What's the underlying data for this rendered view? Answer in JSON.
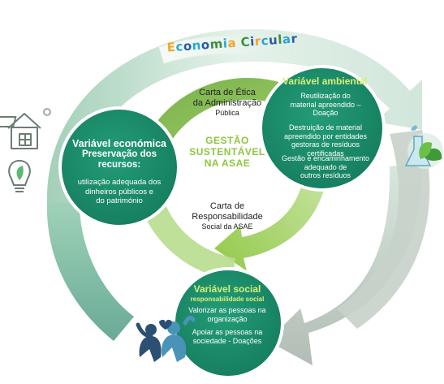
{
  "top_banner": {
    "letters": [
      "E",
      "c",
      "o",
      "n",
      "o",
      "m",
      "i",
      "a",
      " ",
      "C",
      "i",
      "r",
      "c",
      "u",
      "l",
      "a",
      "r"
    ],
    "text": "Economia Circular"
  },
  "center": {
    "charter_ethics_line1": "Carta de Ética",
    "charter_ethics_line2": "da Administração",
    "charter_ethics_line3": "Pública",
    "title_line1": "GESTÃO",
    "title_line2": "SUSTENTÁVEL",
    "title_line3": "NA ASAE",
    "charter_resp_line1": "Carta de",
    "charter_resp_line2": "Responsabilidade",
    "charter_resp_line3": "Social da ASAE"
  },
  "economic": {
    "title": "Variável económica",
    "subtitle_line1": "Preservação dos",
    "subtitle_line2": "recursos:",
    "body_line1": "utilização adequada dos",
    "body_line2": "dinheiros públicos e",
    "body_line3": "do património"
  },
  "environmental": {
    "title": "Variável ambiental",
    "p1_line1": "Reutilização do",
    "p1_line2": "material apreendido –",
    "p1_line3": "Doação",
    "p2_line1": "Destruição de material",
    "p2_line2": "apreendido por entidades",
    "p2_line3": "gestoras de resíduos certificadas",
    "p3_line1": "Gestão e encaminhamento",
    "p3_line2": "adequado de",
    "p3_line3": "outros resíduos"
  },
  "social": {
    "title": "Variável social",
    "subtitle": "responsabilidade social",
    "p1_line1": "Valorizar as pessoas na",
    "p1_line2": "organização",
    "p2_line1": "Apoiar as pessoas na",
    "p2_line2": "sociedade - Doações"
  },
  "icons": [
    "house-solar-icon",
    "lightbulb-leaf-icon",
    "flask-leaves-icon",
    "people-heart-icon"
  ],
  "colors": {
    "circle_fill": "#1a8f6c",
    "circle_border": "#ffffff",
    "outer_ring_light": "#cfe6d8",
    "outer_ring_gray": "#b9c3bd",
    "inner_arrow_green": "#8ec63f",
    "center_title": "#8ec63f",
    "var_title_yellowgreen": "#d6f07a"
  }
}
